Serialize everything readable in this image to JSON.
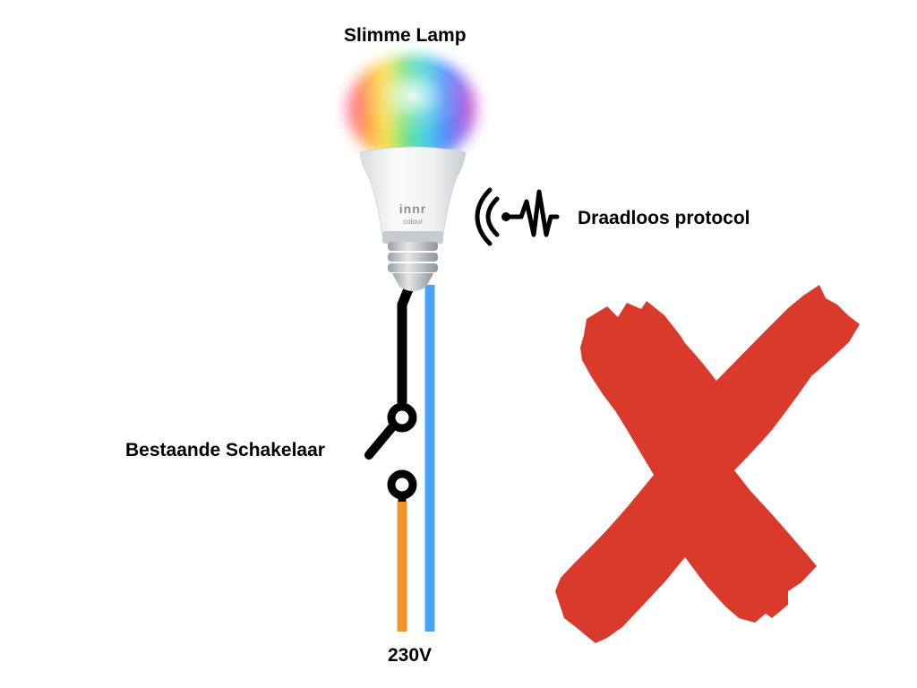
{
  "labels": {
    "lamp": "Slimme Lamp",
    "wireless": "Draadloos protocol",
    "switch": "Bestaande Schakelaar",
    "voltage": "230V"
  },
  "bulb_brand": {
    "logo": "innr",
    "model": "colour"
  },
  "icons": {
    "bulb": "smart-bulb-icon",
    "wireless": "wireless-signal-icon",
    "switch": "switch-symbol-icon",
    "cross": "red-cross-icon"
  },
  "colors": {
    "live_wire": "#000000",
    "neutral_wire": "#4aa3f5",
    "supply_wire": "#f0952a",
    "cross": "#d93a2b",
    "text": "#000000"
  }
}
